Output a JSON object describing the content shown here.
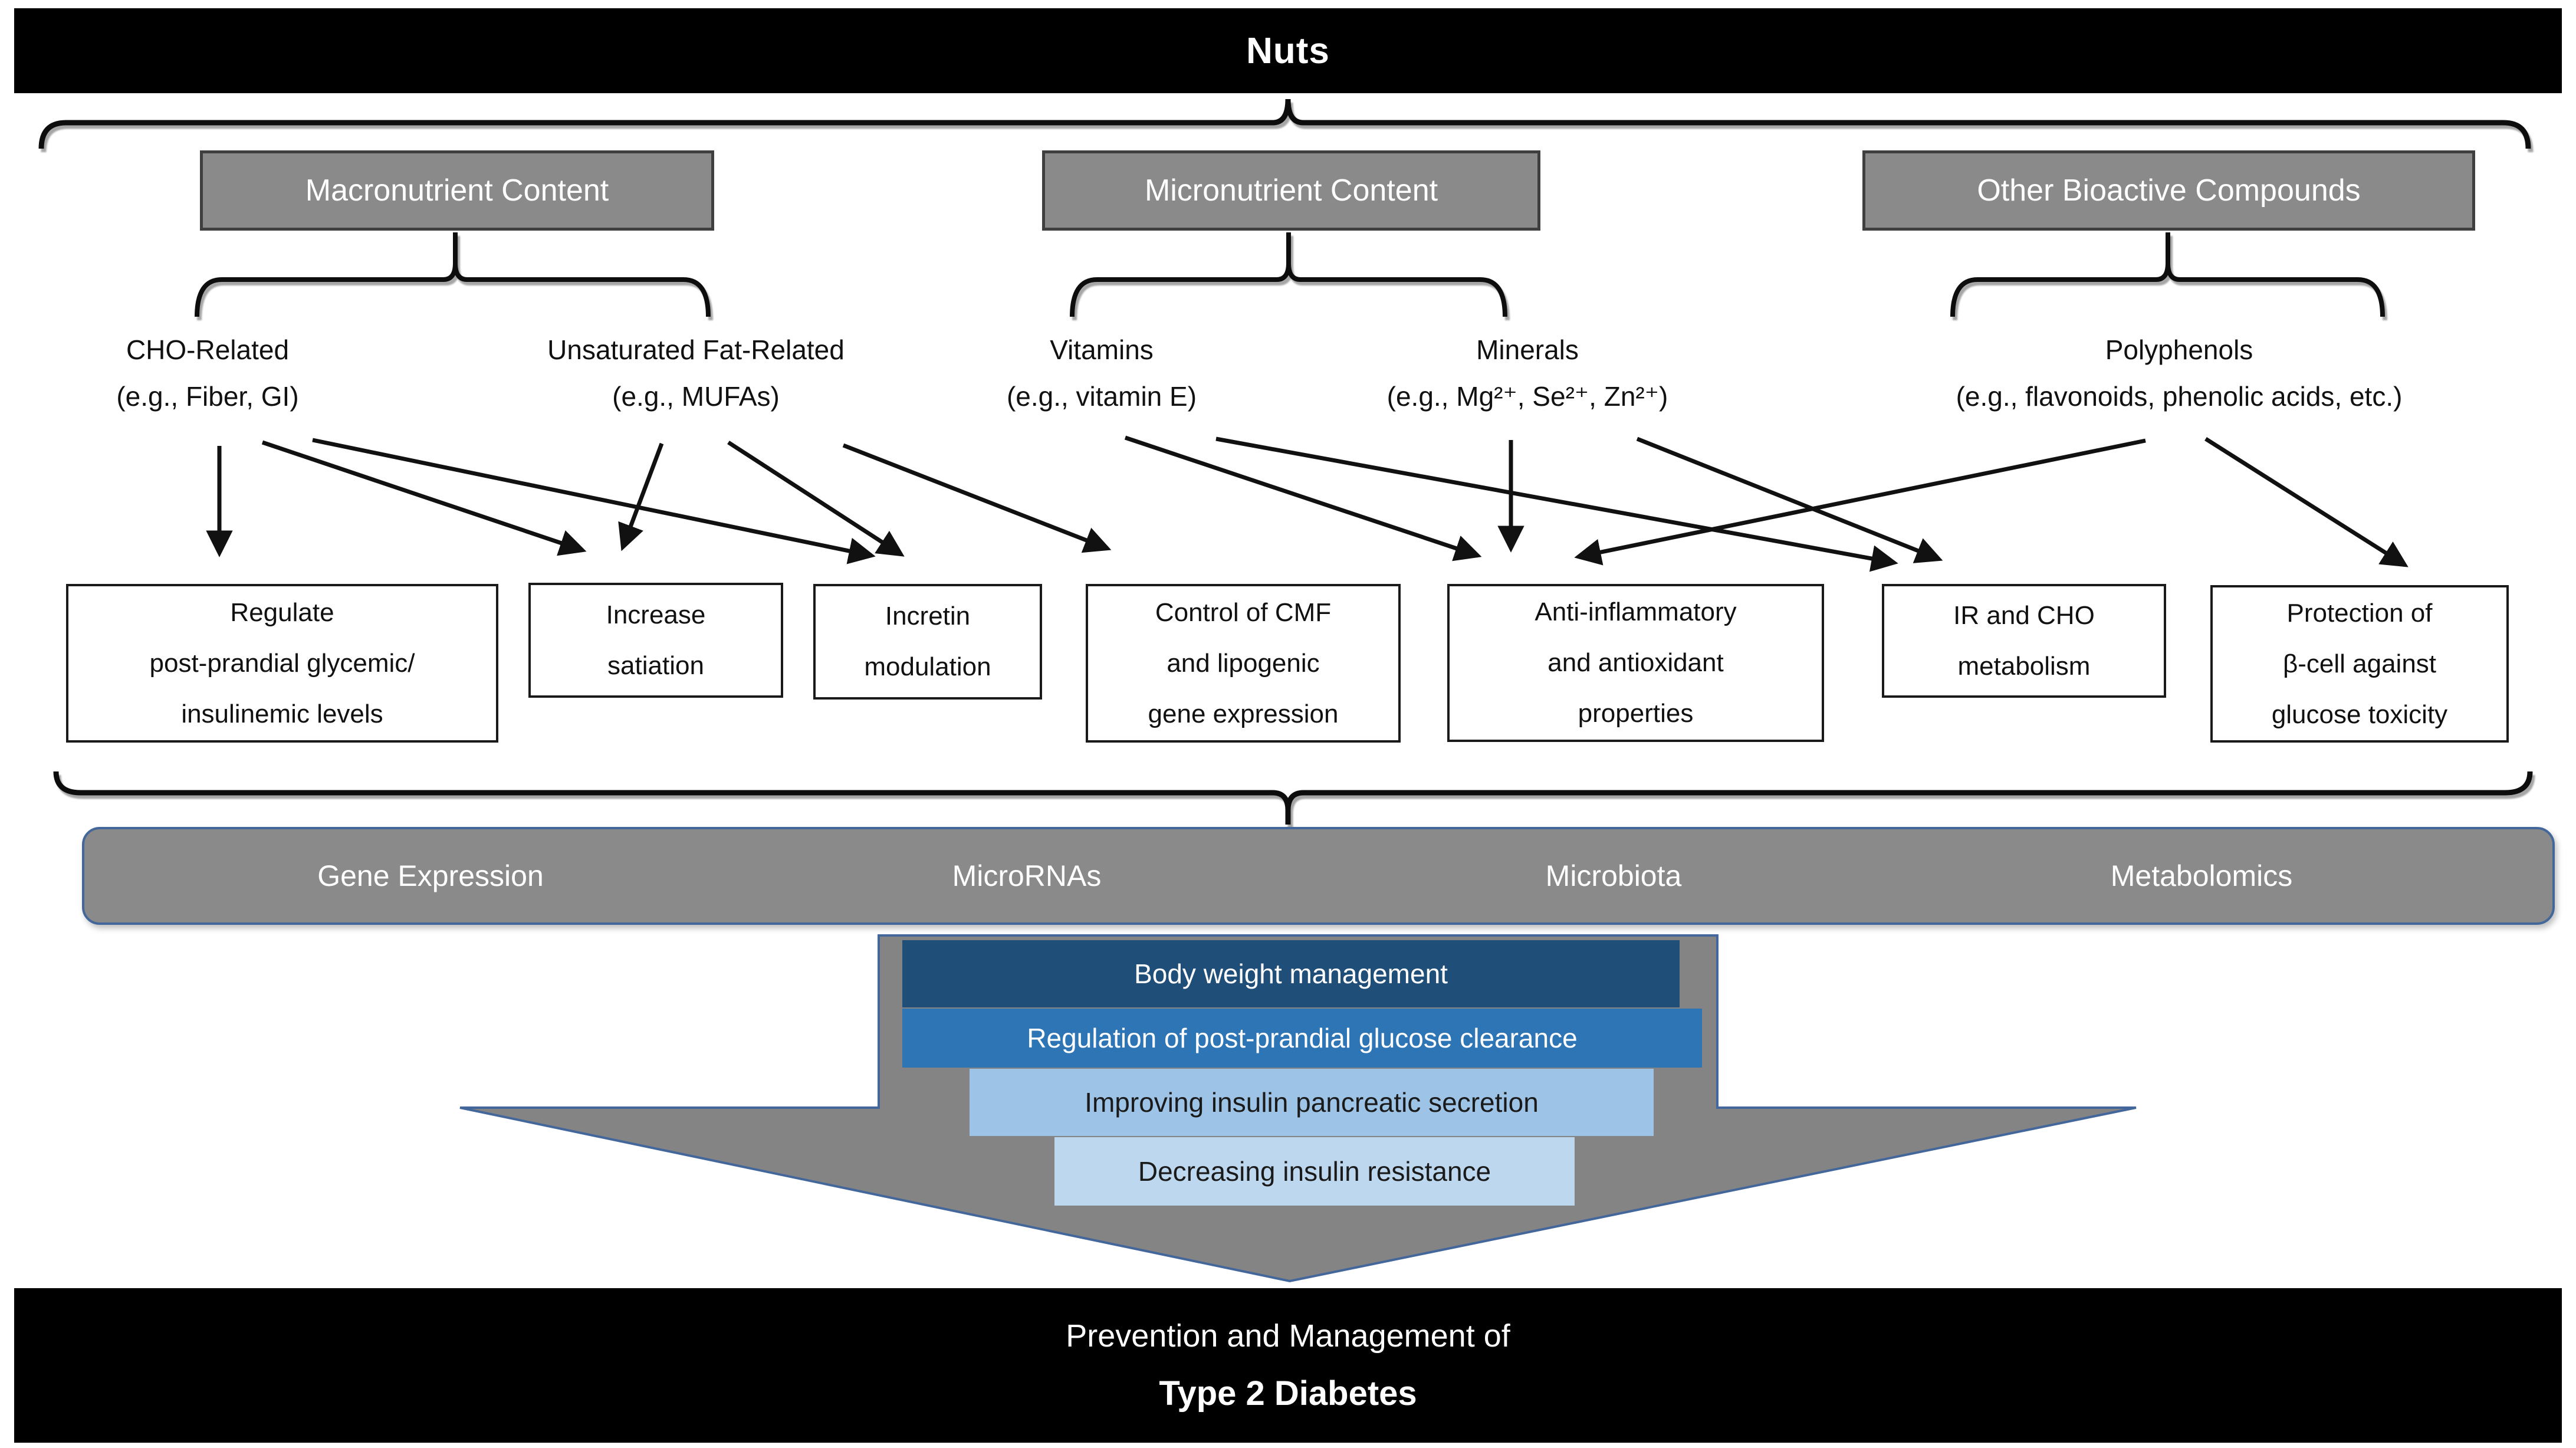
{
  "header": {
    "title": "Nuts"
  },
  "tree": {
    "categories": [
      {
        "label": "Macronutrient Content",
        "subs": [
          {
            "name": "CHO-Related",
            "example": "(e.g., Fiber, GI)"
          },
          {
            "name": "Unsaturated Fat-Related",
            "example": "(e.g., MUFAs)"
          }
        ]
      },
      {
        "label": "Micronutrient Content",
        "subs": [
          {
            "name": "Vitamins",
            "example": "(e.g., vitamin E)"
          },
          {
            "name": "Minerals",
            "example": "(e.g., Mg²⁺, Se²⁺, Zn²⁺)"
          }
        ]
      },
      {
        "label": "Other Bioactive Compounds",
        "subs": [
          {
            "name": "Polyphenols",
            "example": "(e.g., flavonoids, phenolic acids, etc.)"
          }
        ]
      }
    ]
  },
  "mechanisms": [
    {
      "text": "Regulate\npost-prandial glycemic/\ninsulinemic levels"
    },
    {
      "text": "Increase\nsatiation"
    },
    {
      "text": "Incretin\nmodulation"
    },
    {
      "text": "Control of CMF\nand lipogenic\ngene expression"
    },
    {
      "text": "Anti-inflammatory\nand antioxidant\nproperties"
    },
    {
      "text": "IR and CHO\nmetabolism"
    },
    {
      "text": "Protection of\nβ-cell against\nglucose toxicity"
    }
  ],
  "omics": {
    "items": [
      "Gene Expression",
      "MicroRNAs",
      "Microbiota",
      "Metabolomics"
    ]
  },
  "funnel": {
    "bars": [
      {
        "label": "Body weight management",
        "color": "#1F4E79",
        "text_color": "#FFFFFF"
      },
      {
        "label": "Regulation of post-prandial glucose clearance",
        "color": "#2E75B6",
        "text_color": "#FFFFFF"
      },
      {
        "label": "Improving insulin pancreatic secretion",
        "color": "#9DC3E6",
        "text_color": "#1A1A1A"
      },
      {
        "label": "Decreasing insulin resistance",
        "color": "#BDD7EE",
        "text_color": "#1A1A1A"
      }
    ],
    "arrow_color": "#848484",
    "arrow_border_color": "#44679B"
  },
  "footer": {
    "line1": "Prevention and Management of",
    "line2": "Type 2 Diabetes"
  }
}
